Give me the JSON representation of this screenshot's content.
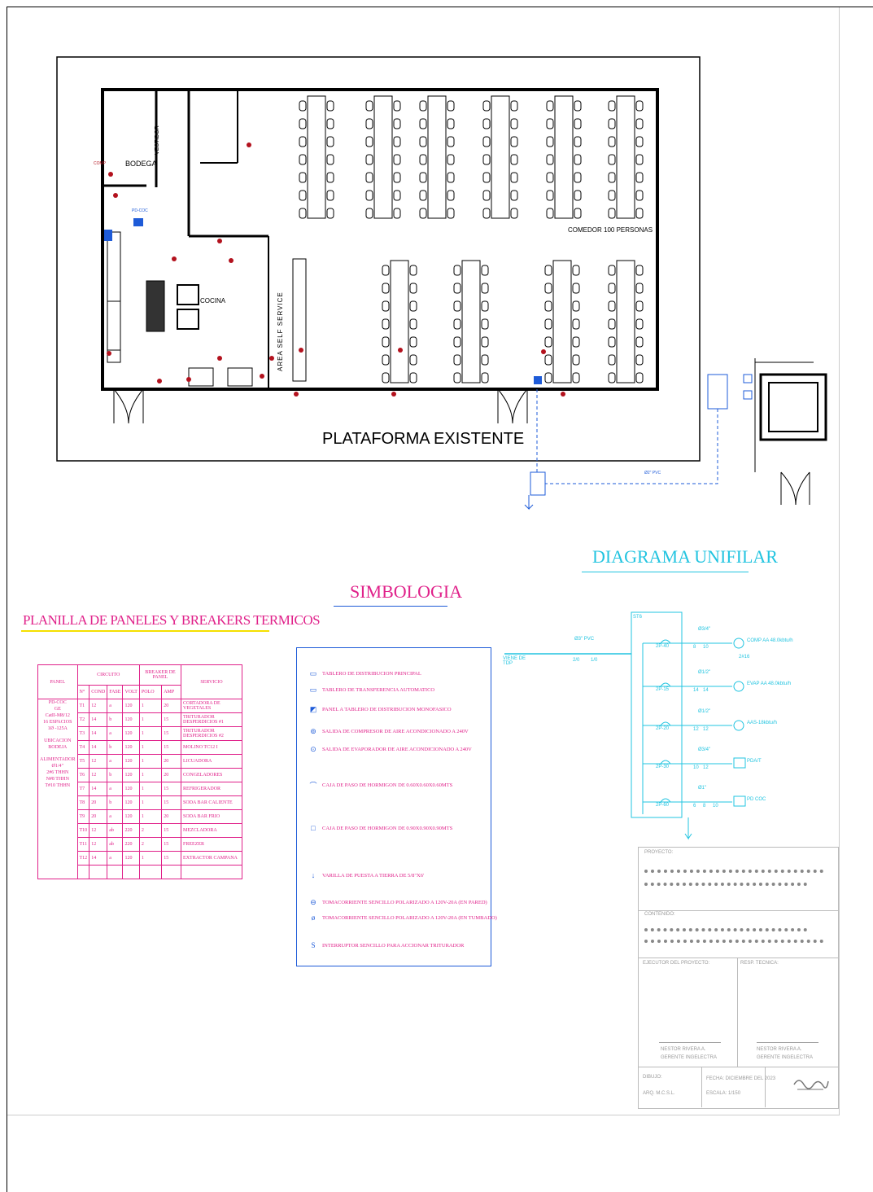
{
  "plan": {
    "platform_label": "PLATAFORMA EXISTENTE",
    "rooms": {
      "bodega": "BODEGA",
      "vestidor": "VESTIDOR",
      "cocina": "COCINA",
      "self_service": "AREA SELF SERVICE",
      "comedor": "COMEDOR 100 PERSONAS"
    },
    "pd_coc": "PD-COC",
    "comp_tag": "COMP",
    "pvc_label": "Ø2\" PVC"
  },
  "titles": {
    "planilla": "PLANILLA DE PANELES Y BREAKERS TERMICOS",
    "simbologia": "SIMBOLOGIA",
    "diagrama": "DIAGRAMA UNIFILAR"
  },
  "breaker_table": {
    "panel_header": "PANEL",
    "circuito_header": "CIRCUITO",
    "breakers_header": "BREAKER DE PANEL",
    "servicio_header": "SERVICIO",
    "sub_headers": [
      "N°",
      "COND",
      "FASE",
      "VOLT",
      "POLO",
      "AMP"
    ],
    "panel_info": [
      "PD-COC",
      "GE",
      "CatII-M8/12",
      "16 ESPACIOS",
      "1Ø -125A",
      "",
      "UBICACION",
      "BODEJA",
      "",
      "ALIMENTADOR",
      "Ø1/4\"",
      "2#6 THHN",
      "N#8 THHN",
      "T#10 THHN"
    ],
    "rows": [
      {
        "n": "T1",
        "cond": "12",
        "fase": "a",
        "volt": "120",
        "polo": "1",
        "amp": "20",
        "servicio": "CORTADORA DE VEGETALES"
      },
      {
        "n": "T2",
        "cond": "14",
        "fase": "b",
        "volt": "120",
        "polo": "1",
        "amp": "15",
        "servicio": "TRITURADOR DESPERDICIOS #1"
      },
      {
        "n": "T3",
        "cond": "14",
        "fase": "a",
        "volt": "120",
        "polo": "1",
        "amp": "15",
        "servicio": "TRITURADOR DESPERDICIOS #2"
      },
      {
        "n": "T4",
        "cond": "14",
        "fase": "b",
        "volt": "120",
        "polo": "1",
        "amp": "15",
        "servicio": "MOLINO TC12 I"
      },
      {
        "n": "T5",
        "cond": "12",
        "fase": "a",
        "volt": "120",
        "polo": "1",
        "amp": "20",
        "servicio": "LICUADORA"
      },
      {
        "n": "T6",
        "cond": "12",
        "fase": "b",
        "volt": "120",
        "polo": "1",
        "amp": "20",
        "servicio": "CONGELADORES"
      },
      {
        "n": "T7",
        "cond": "14",
        "fase": "a",
        "volt": "120",
        "polo": "1",
        "amp": "15",
        "servicio": "REFRIGERADOR"
      },
      {
        "n": "T8",
        "cond": "20",
        "fase": "b",
        "volt": "120",
        "polo": "1",
        "amp": "15",
        "servicio": "SODA BAR CALIENTE"
      },
      {
        "n": "T9",
        "cond": "20",
        "fase": "a",
        "volt": "120",
        "polo": "1",
        "amp": "20",
        "servicio": "SODA BAR FRIO"
      },
      {
        "n": "T10",
        "cond": "12",
        "fase": "ab",
        "volt": "220",
        "polo": "2",
        "amp": "15",
        "servicio": "MEZCLADORA"
      },
      {
        "n": "T11",
        "cond": "12",
        "fase": "ab",
        "volt": "220",
        "polo": "2",
        "amp": "15",
        "servicio": "FREEZER"
      },
      {
        "n": "T12",
        "cond": "14",
        "fase": "a",
        "volt": "120",
        "polo": "1",
        "amp": "15",
        "servicio": "EXTRACTOR CAMPANA"
      }
    ]
  },
  "legend": [
    {
      "icon": "▭",
      "text": "TABLERO DE DISTRIBUCION PRINCIPAL"
    },
    {
      "icon": "▭",
      "text": "TABLERO DE TRANSFERENCIA AUTOMATICO"
    },
    {
      "icon": "◩",
      "text": "PANEL A TABLERO DE DISTRIBUCION MONOFASICO"
    },
    {
      "icon": "⊚",
      "text": "SALIDA DE COMPRESOR DE AIRE ACONDICIONADO A 240V"
    },
    {
      "icon": "⊙",
      "text": "SALIDA DE EVAPORADOR DE AIRE ACONDICIONADO A 240V"
    },
    {
      "icon": "⌒",
      "text": "CAJA DE PASO DE HORMIGON DE 0.60X0.60X0.60MTS"
    },
    {
      "icon": "□",
      "text": "CAJA DE PASO DE HORMIGON DE 0.90X0.90X0.90MTS"
    },
    {
      "icon": "↓",
      "text": "VARILLA DE PUESTA A TIERRA DE 5/8\"X6'"
    },
    {
      "icon": "⊖",
      "text": "TOMACORRIENTE SENCILLO POLARIZADO A 120V-20A (EN PARED)"
    },
    {
      "icon": "ø",
      "text": "TOMACORRIENTE SENCILLO POLARIZADO A 120V-20A (EN TUMBADO)"
    },
    {
      "icon": "S",
      "text": "INTERRUPTOR SENCILLO PARA ACCIONAR TRITURADOR"
    }
  ],
  "unifilar": {
    "feed_label": "VIENE DE TDP",
    "feed_pipe": "Ø3\" PVC",
    "feed_wires": [
      "2/0",
      "1/0"
    ],
    "panel_tag": "ST6",
    "circuits": [
      {
        "breaker": "2P-40",
        "pipe": "Ø3/4\"",
        "wires": [
          "8",
          "10"
        ],
        "load": "COMP AA 48.0kbtu/h"
      },
      {
        "breaker": "2P-15",
        "pipe": "Ø1/2\"",
        "wires": [
          "14",
          "14"
        ],
        "load": "EVAP AA 48.0kbtu/h"
      },
      {
        "breaker": "2P-20",
        "pipe": "Ø1/2\"",
        "wires": [
          "12",
          "12"
        ],
        "load": "AAS-18kbtu/h"
      },
      {
        "breaker": "2P-30",
        "pipe": "Ø3/4\"",
        "wires": [
          "10",
          "12"
        ],
        "load": "PDA/T"
      },
      {
        "breaker": "2P-60",
        "pipe": "Ø1\"",
        "wires": [
          "6",
          "8",
          "10"
        ],
        "load": "PD COC"
      }
    ],
    "branch_note": "2#16"
  },
  "title_block": {
    "proyecto_label": "PROYECTO:",
    "contenido_label": "CONTENIDO:",
    "ejecutor_label": "EJECUTOR DEL PROYECTO:",
    "resp_label": "RESP. TECNICA:",
    "sign1_name": "NESTOR RIVERA A.",
    "sign1_role": "GERENTE INGELECTRA",
    "sign2_name": "NESTOR RIVERA A.",
    "sign2_role": "GERENTE INGELECTRA",
    "dibujo_label": "DIBUJO:",
    "dibujo_value": "ARQ. M.C.S.L.",
    "fecha": "FECHA: DICIEMBRE DEL 2023",
    "escala": "ESCALA: 1/150"
  }
}
